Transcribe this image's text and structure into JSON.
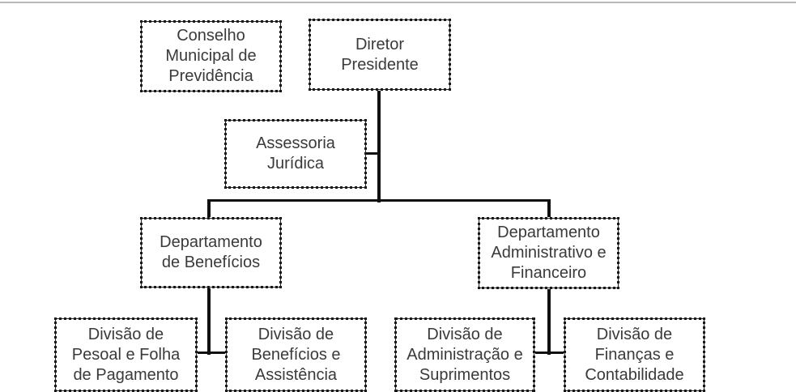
{
  "org_chart": {
    "council": "Conselho\nMunicipal de\nPrevidência",
    "director": "Diretor\nPresidente",
    "legal_advisory": "Assessoria\nJurídica",
    "departments": [
      {
        "name": "Departamento\nde Benefícios",
        "divisions": [
          "Divisão de\nPesoal e Folha\nde Pagamento",
          "Divisão de\nBenefícios e\nAssistência"
        ]
      },
      {
        "name": "Departamento\nAdministrativo e\nFinanceiro",
        "divisions": [
          "Divisão de\nAdministração e\nSuprimentos",
          "Divisão de\nFinanças e\nContabilidade"
        ]
      }
    ]
  }
}
